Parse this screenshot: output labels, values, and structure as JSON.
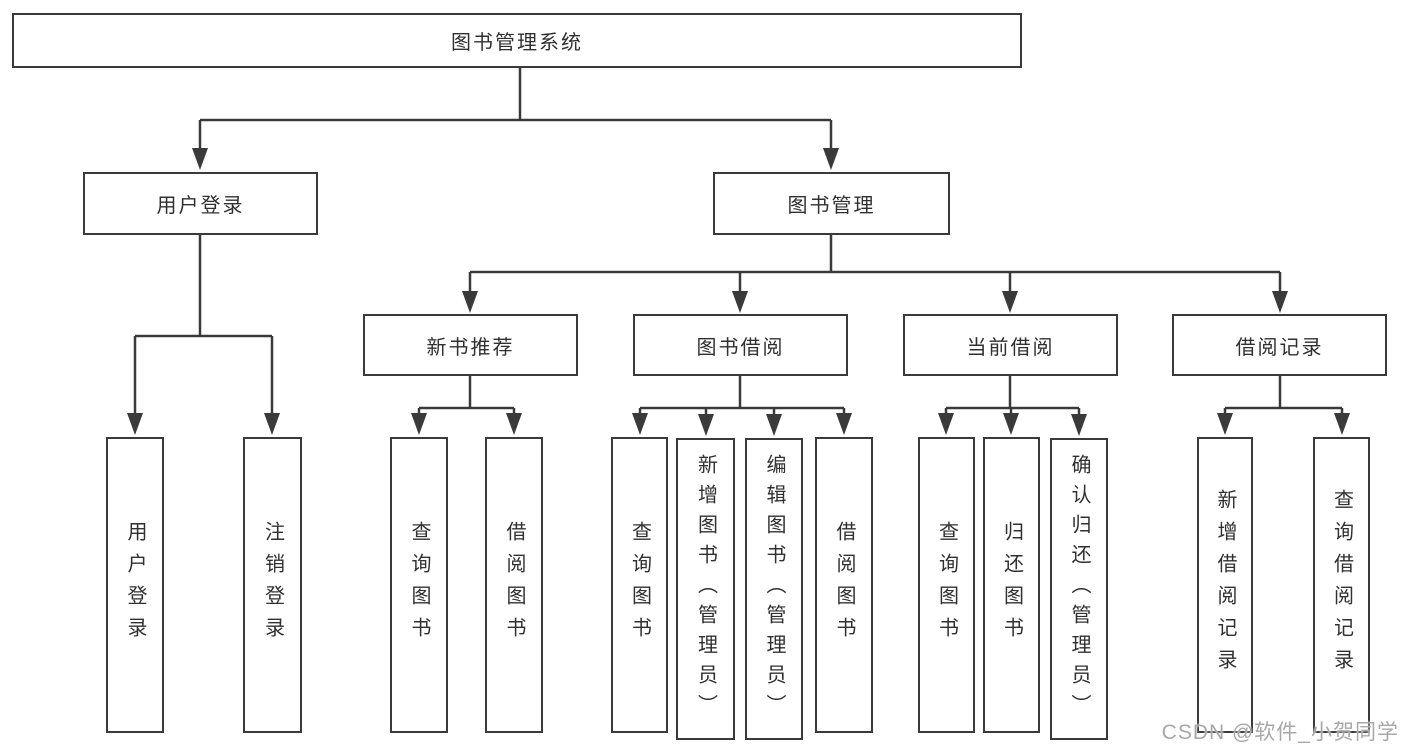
{
  "diagram_title": "图书管理系统",
  "nodes": {
    "root": "图书管理系统",
    "user_login": "用户登录",
    "book_management": "图书管理",
    "new_book_recommend": "新书推荐",
    "book_borrowing": "图书借阅",
    "current_borrowing": "当前借阅",
    "borrow_records": "借阅记录"
  },
  "leaves": {
    "user_login_group": {
      "login": "用户登录",
      "logout": "注销登录"
    },
    "new_book_recommend_group": {
      "query_books": "查询图书",
      "borrow_books": "借阅图书"
    },
    "book_borrowing_group": {
      "query_books": "查询图书",
      "add_books_admin": "新增图书（管理员）",
      "edit_books_admin": "编辑图书（管理员）",
      "borrow_books": "借阅图书"
    },
    "current_borrowing_group": {
      "query_books": "查询图书",
      "return_books": "归还图书",
      "confirm_return_admin": "确认归还（管理员）"
    },
    "borrow_records_group": {
      "add_borrow_record": "新增借阅记录",
      "query_borrow_record": "查询借阅记录"
    }
  },
  "watermark": {
    "text": "CSDN @软件_小贺同学"
  },
  "colors": {
    "line": "#3a3a3a",
    "box_border": "#3a3a3a",
    "text": "#303030",
    "background": "#ffffff",
    "watermark": "#a8a8a8"
  }
}
